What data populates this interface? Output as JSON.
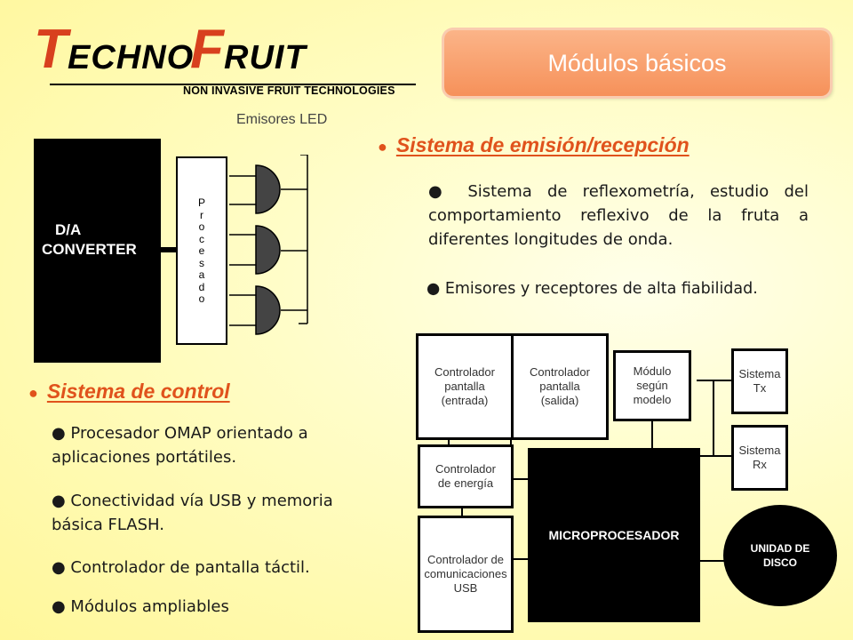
{
  "logo": {
    "t": "T",
    "echno": "ECHNO",
    "f": "F",
    "ruit": "RUIT",
    "tagline": "NON INVASIVE FRUIT TECHNOLOGIES"
  },
  "title": "Módulos básicos",
  "led_diagram": {
    "label": "Emisores LED",
    "converter_line1": "D/A",
    "converter_line2": "CONVERTER",
    "processor_letters": [
      "P",
      "r",
      "o",
      "c",
      "e",
      "s",
      "a",
      "d",
      "o"
    ]
  },
  "section_emission": {
    "heading": "Sistema de emisión/recepción",
    "bullet1": "● Sistema de reflexometría, estudio del comportamiento reflexivo de la fruta a diferentes longitudes de onda.",
    "bullet2": "● Emisores y receptores de alta fiabilidad."
  },
  "section_control": {
    "heading": "Sistema de control",
    "bullets": [
      "● Procesador OMAP orientado a aplicaciones portátiles.",
      "● Conectividad vía USB y memoria básica FLASH.",
      "● Controlador de pantalla táctil.",
      "● Módulos ampliables"
    ]
  },
  "block_diagram": {
    "ctrl_in": "Controlador pantalla (entrada)",
    "ctrl_out": "Controlador pantalla (salida)",
    "modulo": "Módulo según modelo",
    "tx": "Sistema Tx",
    "rx": "Sistema Rx",
    "energia": "Controlador de energía",
    "comms": "Controlador de comunicaciones USB",
    "micro": "MICROPROCESADOR",
    "disco": "UNIDAD DE DISCO"
  }
}
